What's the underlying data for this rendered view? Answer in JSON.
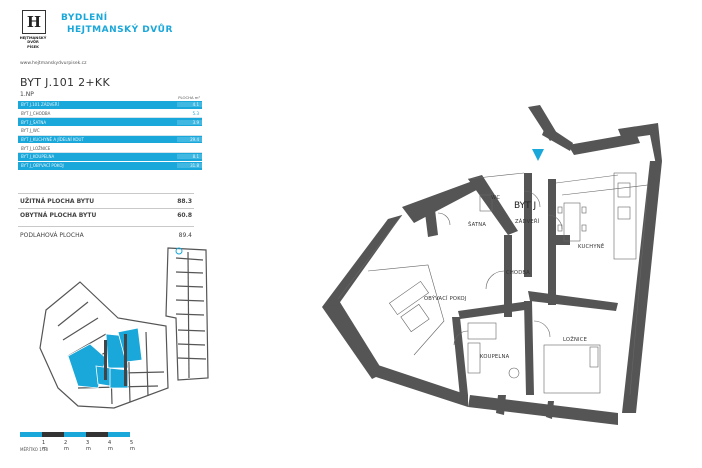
{
  "logo": {
    "monogram": "H",
    "text_line1": "HEJTMANSKÝ",
    "text_line2": "DVŮR",
    "text_line3": "PÍSEK"
  },
  "brand": {
    "line1": "BYDLENÍ",
    "line2": "HEJTMANSKÝ DVŮR"
  },
  "url": "www.hejtmanskydvurpisek.cz",
  "apartment": {
    "title": "BYT J.101 2+KK",
    "floor": "1.NP",
    "area_header": "PLOCHA m²"
  },
  "rooms": [
    {
      "name": "BYT J.101 ZÁDVEŘÍ",
      "value": "4.1",
      "highlight": true
    },
    {
      "name": "BYT J_CHODBA",
      "value": "5.3",
      "highlight": false
    },
    {
      "name": "BYT J_ŠATNA",
      "value": "3.9",
      "highlight": true
    },
    {
      "name": "BYT J_WC",
      "value": "",
      "highlight": false
    },
    {
      "name": "BYT J_KUCHYNĚ A JÍDELNÍ KOUT",
      "value": "29.4",
      "highlight": true
    },
    {
      "name": "BYT J_LOŽNICE",
      "value": "",
      "highlight": false
    },
    {
      "name": "BYT J_KOUPELNA",
      "value": "8.1",
      "highlight": true
    },
    {
      "name": "BYT J_OBÝVACÍ POKOJ",
      "value": "31.8",
      "highlight": true
    }
  ],
  "summary": [
    {
      "label": "UŽITNÁ PLOCHA BYTU",
      "value": "88.3"
    },
    {
      "label": "OBYTNÁ PLOCHA BYTU",
      "value": "60.8"
    },
    {
      "label": "PODLAHOVÁ PLOCHA",
      "value": "89.4"
    }
  ],
  "scale": {
    "labels": [
      "1 m",
      "2 m",
      "3 m",
      "4 m",
      "5 m"
    ],
    "caption": "MĚŘÍTKO 1:50"
  },
  "plan": {
    "unit_label": "BYT J",
    "rooms": {
      "zadveri": "ZÁDVEŘÍ",
      "satna": "ŠATNA",
      "chodba": "CHODBA",
      "kuchyne": "KUCHYNĚ",
      "obyvaci": "OBÝVACÍ POKOJ",
      "koupelna": "KOUPELNA",
      "loznice": "LOŽNICE",
      "wc": "WC"
    }
  },
  "colors": {
    "accent": "#1aa7d9",
    "wall": "#555555",
    "highlight_row": "#1aa7d9"
  }
}
